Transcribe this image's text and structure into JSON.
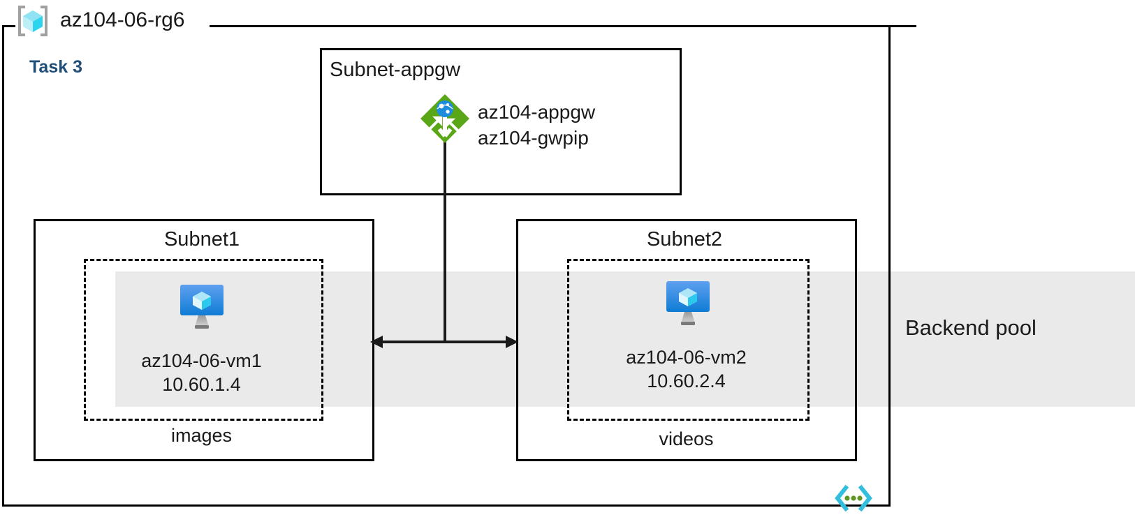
{
  "diagram": {
    "resource_group": {
      "name": "az104-06-rg6",
      "icon": "resource-group-cube-icon"
    },
    "task_label": "Task 3",
    "task_color": "#1F4E79",
    "backend_pool_label": "Backend pool",
    "backend_pool_color": "#eaeaea",
    "vnet_icon": "vnet-code-brackets-icon",
    "subnets": [
      {
        "id": "subnet-appgw",
        "title": "Subnet-appgw",
        "resource_icon": "application-gateway-icon",
        "resource_lines": [
          "az104-appgw",
          "az104-gwpip"
        ],
        "icon_color": "#59A616"
      },
      {
        "id": "subnet1",
        "title": "Subnet1",
        "vm_icon": "virtual-machine-icon",
        "vm_name": "az104-06-vm1",
        "vm_ip": "10.60.1.4",
        "caption": "images"
      },
      {
        "id": "subnet2",
        "title": "Subnet2",
        "vm_icon": "virtual-machine-icon",
        "vm_name": "az104-06-vm2",
        "vm_ip": "10.60.2.4",
        "caption": "videos"
      }
    ]
  }
}
